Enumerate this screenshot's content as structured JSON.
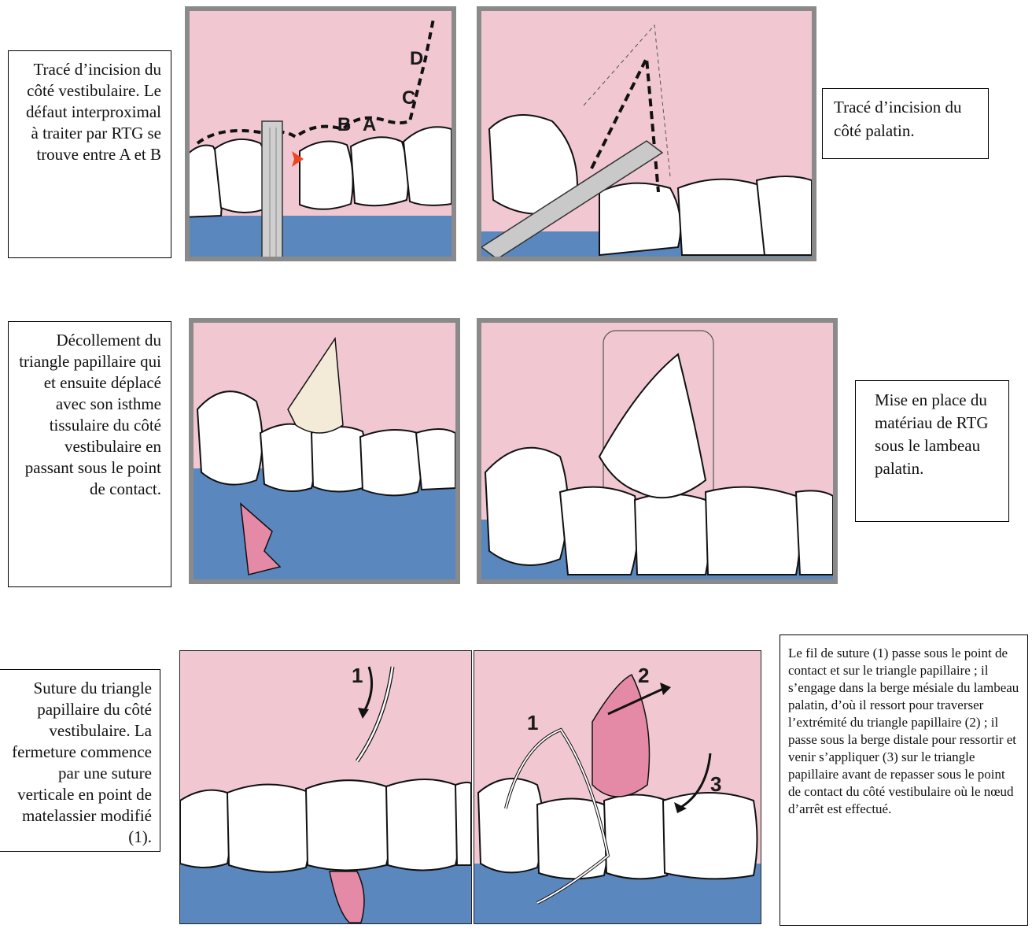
{
  "captions": {
    "vestibular_incision": "Tracé d’incision du côté vestibulaire. Le défaut interproximal à traiter par RTG se trouve entre A et B",
    "palatal_incision": "Tracé d’incision du côté palatin.",
    "detachment": "Décollement du triangle papillaire qui et ensuite déplacé avec son isthme tissulaire du côté vestibulaire en passant sous le point de contact.",
    "membrane_placement": "Mise en place du matériau de RTG sous le lambeau palatin.",
    "suture_vertical": "Suture du triangle papillaire du côté vestibulaire. La fermeture commence par une suture verticale en point de matelassier modifié (1).",
    "suture_path": "Le fil de suture (1) passe sous le point de contact et sur le triangle papillaire ; il s’engage dans la berge mésiale du lambeau palatin, d’où il ressort pour traverser l’extrémité du triangle papillaire (2) ; il passe sous la berge distale pour ressortir et venir s’appliquer (3) sur le triangle papillaire avant de repasser sous le point de contact du côté vestibulaire où le nœud d’arrêt est effectué."
  },
  "panel_labels": {
    "incision_points": [
      "B",
      "A",
      "C",
      "D"
    ],
    "suture_steps_left": [
      "1"
    ],
    "suture_steps_right": [
      "1",
      "2",
      "3"
    ]
  },
  "colors": {
    "gum": "#f1c8d2",
    "bone": "#5a87bd",
    "tooth": "#ffffff",
    "flap": "#e58aa6",
    "arrow": "#ee4422",
    "frame": "#8a8a8a"
  }
}
